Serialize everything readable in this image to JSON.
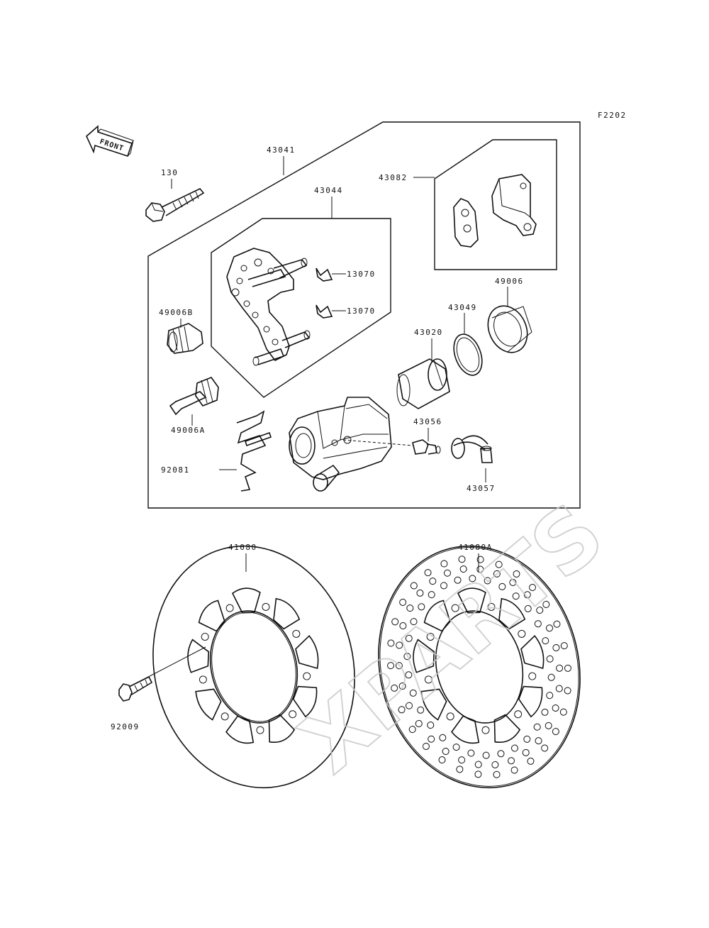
{
  "sheet_code": "F2202",
  "front_label": "FRONT",
  "watermark": "XPARTS",
  "parts": {
    "p130": "130",
    "p43041": "43041",
    "p43044": "43044",
    "p43082": "43082",
    "p13070a": "13070",
    "p13070b": "13070",
    "p49006": "49006",
    "p43049": "43049",
    "p43020": "43020",
    "p49006B": "49006B",
    "p49006A": "49006A",
    "p43056": "43056",
    "p92081": "92081",
    "p43057": "43057",
    "p41080": "41080",
    "p41080A": "41080A",
    "p92009": "92009"
  }
}
